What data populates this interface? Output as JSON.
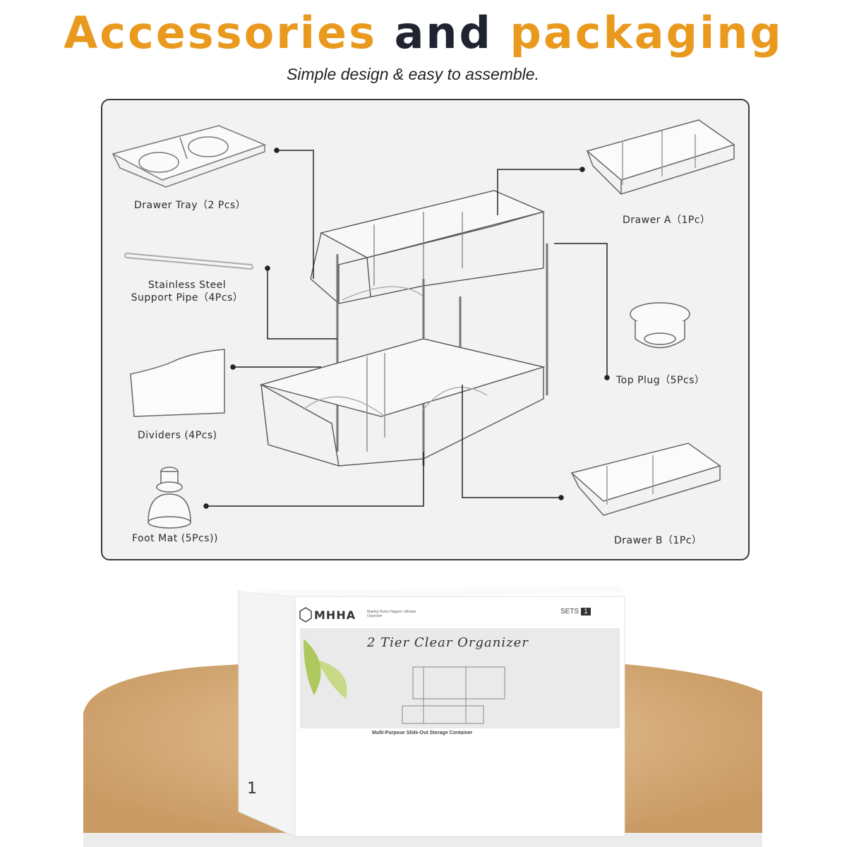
{
  "header": {
    "title_word1": "Accessories",
    "title_word2": "and",
    "title_word3": "packaging",
    "subtitle": "Simple design & easy to assemble."
  },
  "parts": {
    "drawer_tray": "Drawer Tray（2 Pcs）",
    "support_pipe_line1": "Stainless Steel",
    "support_pipe_line2": "Support Pipe（4Pcs）",
    "dividers": "Dividers (4Pcs)",
    "foot_mat": "Foot Mat (5Pcs))",
    "drawer_a": "Drawer A（1Pc）",
    "top_plug": "Top Plug（5Pcs）",
    "drawer_b": "Drawer B（1Pc）"
  },
  "package": {
    "brand": "MHHA",
    "tagline": "Making Home Happier Ultimate Organizer",
    "sets_label": "SETS",
    "sets_count": "1",
    "script_title": "2 Tier Clear Organizer",
    "caption": "Multi-Purpose Slide-Out Storage Container",
    "side_number": "1"
  },
  "colors": {
    "accent_orange": "#e99a1e",
    "dark_text": "#1f2430",
    "panel_bg": "#f2f2f2",
    "table_wood": "#d9b382"
  }
}
